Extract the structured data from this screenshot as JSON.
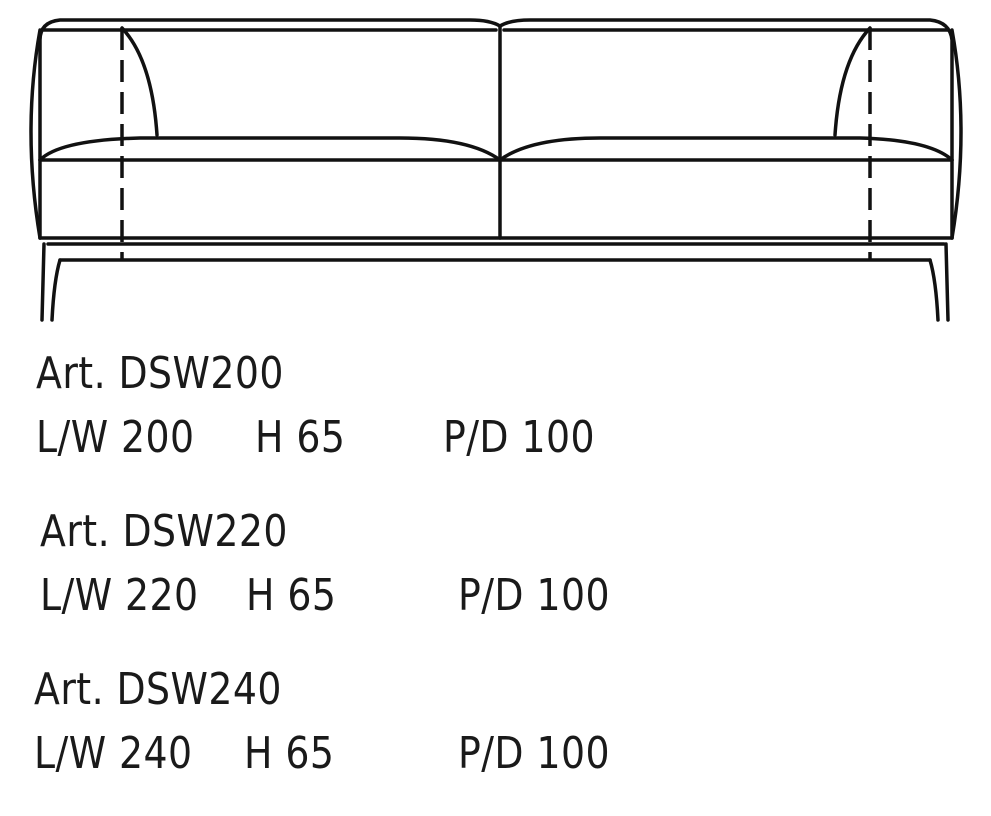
{
  "drawing": {
    "subject": "sofa-front-elevation",
    "line_color": "#111111",
    "background": "#ffffff"
  },
  "models": [
    {
      "article": "Art. DSW200",
      "width": "L/W 200",
      "height": "H 65",
      "depth": "P/D 100"
    },
    {
      "article": "Art. DSW220",
      "width": "L/W 220",
      "height": "H 65",
      "depth": "P/D 100"
    },
    {
      "article": "Art. DSW240",
      "width": "L/W 240",
      "height": "H 65",
      "depth": "P/D 100"
    }
  ]
}
